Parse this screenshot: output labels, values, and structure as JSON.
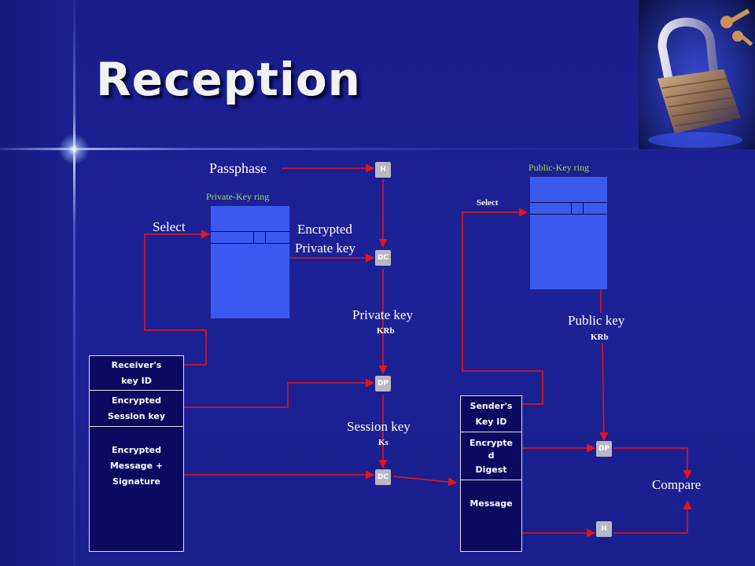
{
  "slide": {
    "title": "Reception"
  },
  "diagram": {
    "passphrase": "Passphase",
    "private_key_ring": "Private-Key ring",
    "public_key_ring": "Public-Key ring",
    "select_left": "Select",
    "select_right": "Select",
    "encrypted_private_key": [
      "Encrypted",
      "Private key"
    ],
    "private_key": "Private key",
    "private_key_sub": "KRb",
    "public_key": "Public key",
    "public_key_sub": "KRb",
    "session_key": "Session key",
    "session_key_sub": "Ks",
    "compare": "Compare",
    "nodes": {
      "h_top": "H",
      "dc_top": "DC",
      "dp_mid": "DP",
      "dc_bottom": "DC",
      "dp_right": "DP",
      "h_right": "H"
    },
    "receiver_box": {
      "cell1": [
        "Receiver's",
        "key ID"
      ],
      "cell2": [
        "Encrypted",
        "Session key"
      ],
      "cell3": [
        "Encrypted",
        "Message +",
        "Signature"
      ]
    },
    "sender_box": {
      "cell1": [
        "Sender's",
        "Key ID"
      ],
      "cell2": [
        "Encrypte",
        "d",
        "Digest"
      ],
      "cell3": [
        "Message"
      ]
    }
  },
  "colors": {
    "background": "#1b1f8f",
    "ring": "#3b5bf0",
    "wire": "#e8131b",
    "ring_label": "#a7d84a",
    "node": "#b8b8c4"
  }
}
